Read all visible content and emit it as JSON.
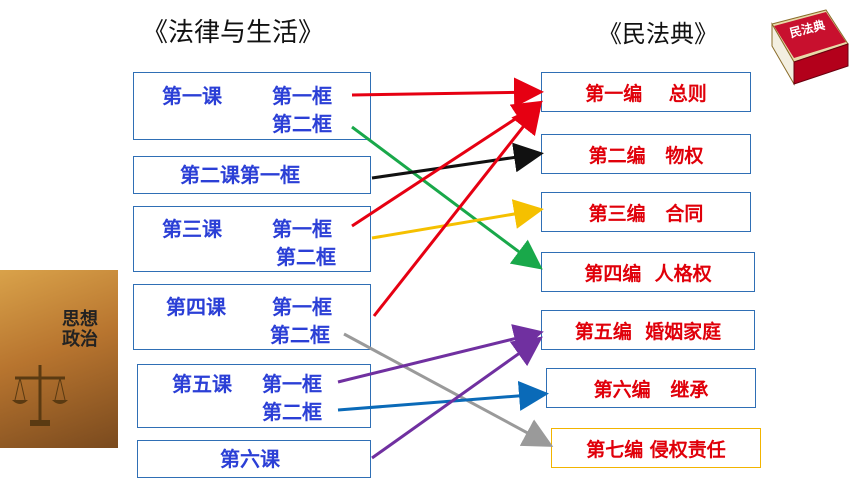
{
  "titles": {
    "left": "《法律与生活》",
    "right": "《民法典》"
  },
  "left_boxes": [
    {
      "lesson": "第一课",
      "frames": [
        "第一框",
        "第二框"
      ]
    },
    {
      "lesson": "第二课第一框",
      "frames": []
    },
    {
      "lesson": "第三课",
      "frames": [
        "第一框",
        "第二框"
      ]
    },
    {
      "lesson": "第四课",
      "frames": [
        "第一框",
        "第二框"
      ]
    },
    {
      "lesson": "第五课",
      "frames": [
        "第一框",
        "第二框"
      ]
    },
    {
      "lesson": "第六课",
      "frames": []
    }
  ],
  "right_boxes": [
    "第一编    总则",
    "第二编   物权",
    "第三编   合同",
    "第四编  人格权",
    "第五编  婚姻家庭",
    "第六编   继承",
    "第七编 侵权责任"
  ],
  "textbook": {
    "title_line1": "思想",
    "title_line2": "政治",
    "cover_colors": [
      "#d9a24a",
      "#7a4a1e"
    ]
  },
  "civil_code_book": {
    "label": "民法典",
    "color": "#c8102e"
  },
  "colors": {
    "red": "#e60012",
    "green": "#19a84a",
    "black": "#111111",
    "yellow": "#f5c000",
    "purple": "#7030a0",
    "blue": "#0a6ab8",
    "gray": "#9a9a9a"
  }
}
